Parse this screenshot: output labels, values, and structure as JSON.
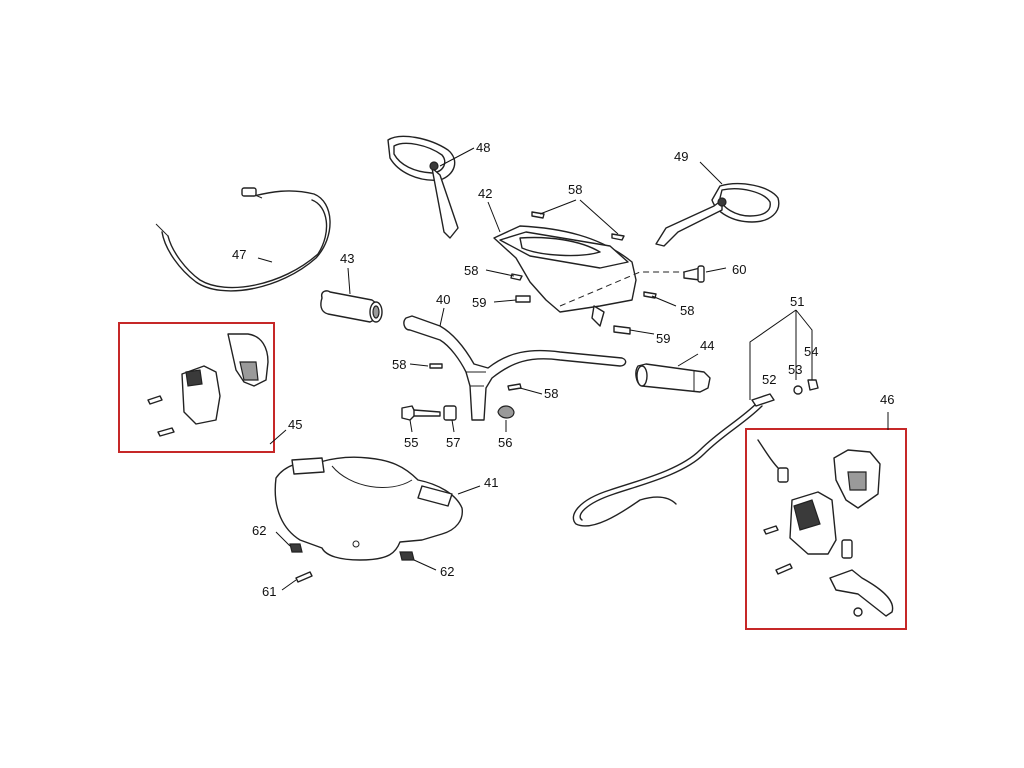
{
  "labels": {
    "n40": "40",
    "n41": "41",
    "n42": "42",
    "n43": "43",
    "n44": "44",
    "n45": "45",
    "n46": "46",
    "n47": "47",
    "n48": "48",
    "n49": "49",
    "n51": "51",
    "n52": "52",
    "n53": "53",
    "n54": "54",
    "n55": "55",
    "n56": "56",
    "n57": "57",
    "n58a": "58",
    "n58b": "58",
    "n58c": "58",
    "n58d": "58",
    "n58e": "58",
    "n59a": "59",
    "n59b": "59",
    "n60": "60",
    "n61": "61",
    "n62a": "62",
    "n62b": "62"
  },
  "colors": {
    "ink": "#222222",
    "highlight": "#c62828",
    "background": "#ffffff"
  }
}
